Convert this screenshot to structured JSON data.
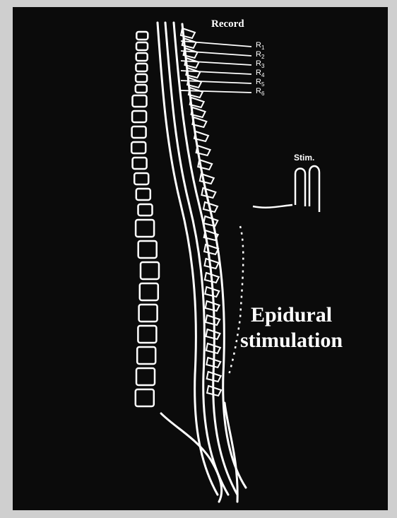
{
  "labels": {
    "record": "Record",
    "electrodes": [
      {
        "letter": "R",
        "index": "1"
      },
      {
        "letter": "R",
        "index": "2"
      },
      {
        "letter": "R",
        "index": "3"
      },
      {
        "letter": "R",
        "index": "4"
      },
      {
        "letter": "R",
        "index": "5"
      },
      {
        "letter": "R",
        "index": "6"
      }
    ],
    "stim": "Stim.",
    "caption_line1": "Epidural",
    "caption_line2": "stimulation"
  },
  "colors": {
    "background": "#0b0b0b",
    "line": "#ffffff",
    "frame": "#cfcfcf"
  }
}
